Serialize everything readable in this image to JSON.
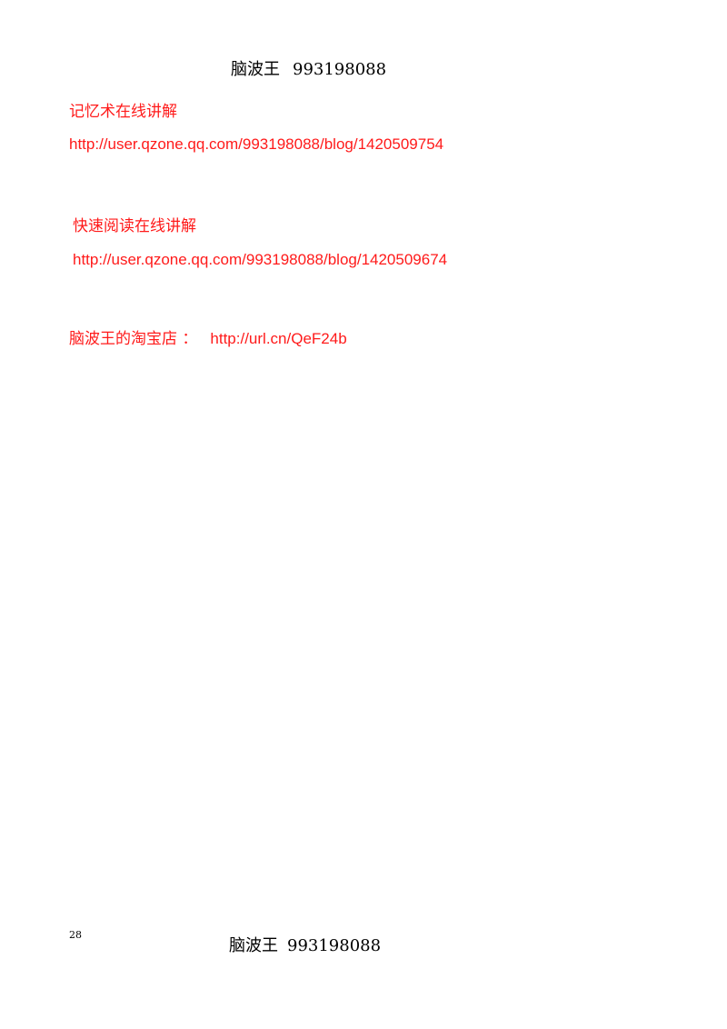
{
  "header": {
    "name": "脑波王",
    "qq": "993198088"
  },
  "sections": [
    {
      "title": "记忆术在线讲解",
      "link": "http://user.qzone.qq.com/993198088/blog/1420509754"
    },
    {
      "title": "快速阅读在线讲解",
      "link": "http://user.qzone.qq.com/993198088/blog/1420509674"
    }
  ],
  "shop": {
    "label": "脑波王的淘宝店 ：",
    "link": "http://url.cn/QeF24b"
  },
  "footer": {
    "page_number": "28",
    "name": "脑波王",
    "qq": "993198088"
  },
  "colors": {
    "link_red": "#ff1a1a",
    "text_black": "#000000",
    "background": "#ffffff"
  }
}
